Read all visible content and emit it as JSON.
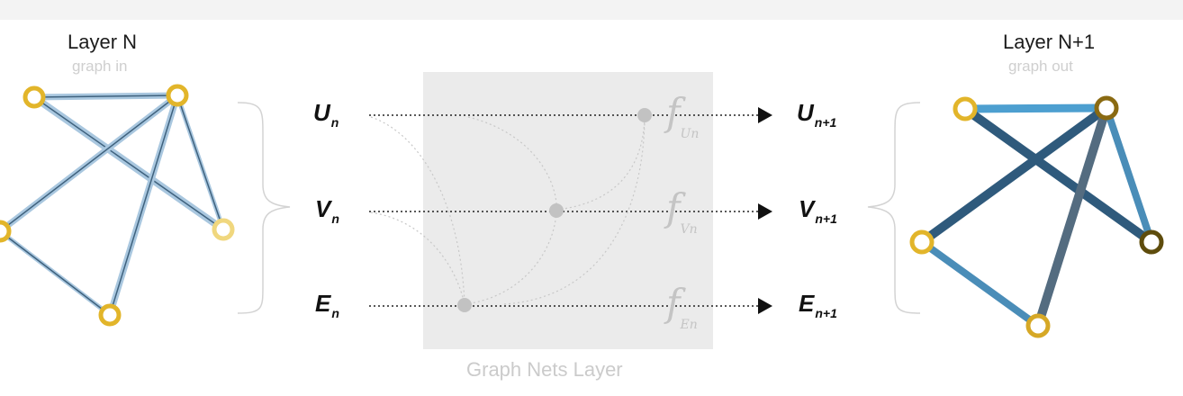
{
  "left_graph": {
    "title": "Layer N",
    "subtitle": "graph in"
  },
  "right_graph": {
    "title": "Layer N+1",
    "subtitle": "graph out"
  },
  "inputs": [
    {
      "symbol": "U",
      "sub": "n"
    },
    {
      "symbol": "V",
      "sub": "n"
    },
    {
      "symbol": "E",
      "sub": "n"
    }
  ],
  "outputs": [
    {
      "symbol": "U",
      "sub": "n+1"
    },
    {
      "symbol": "V",
      "sub": "n+1"
    },
    {
      "symbol": "E",
      "sub": "n+1"
    }
  ],
  "functions": [
    {
      "symbol": "f",
      "sub": "Un"
    },
    {
      "symbol": "f",
      "sub": "Vn"
    },
    {
      "symbol": "f",
      "sub": "En"
    }
  ],
  "block_caption": "Graph Nets Layer",
  "colors": {
    "node_gold": "#e2b52a",
    "node_dark_gold": "#8a6a12",
    "edge_light": "#a9c7df",
    "edge_mid": "#5a9ec9",
    "edge_dark": "#2f5a7c",
    "block_bg": "#ebebeb"
  }
}
